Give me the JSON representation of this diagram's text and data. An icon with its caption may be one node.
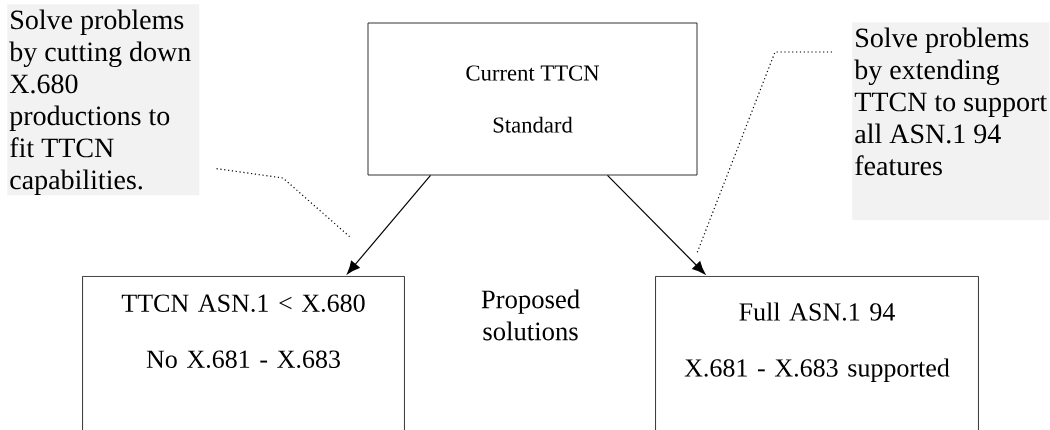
{
  "diagram": {
    "nodes": [
      {
        "text": [
          "Current TTCN",
          "Standard"
        ]
      },
      {
        "text": [
          "Solve problems by cutting down X.680 productions to fit TTCN capabilities."
        ]
      },
      {
        "text": [
          "Solve problems by extending TTCN to support all ASN.1 94 features"
        ]
      },
      {
        "text": [
          "TTCN ASN.1 < X.680",
          "No X.681 - X.683"
        ]
      },
      {
        "text": [
          "Full ASN.1 94",
          "X.681 - X.683 supported"
        ]
      }
    ],
    "edges": [
      {
        "from": 0,
        "to": 3,
        "arrow": "to"
      },
      {
        "from": 0,
        "to": 4,
        "arrow": "to"
      },
      {
        "from": 1,
        "to": null,
        "arrow": "none",
        "style": "dashed"
      },
      {
        "from": 2,
        "to": null,
        "arrow": "none",
        "style": "dashed"
      }
    ],
    "labels": [
      "Proposed solutions"
    ]
  }
}
